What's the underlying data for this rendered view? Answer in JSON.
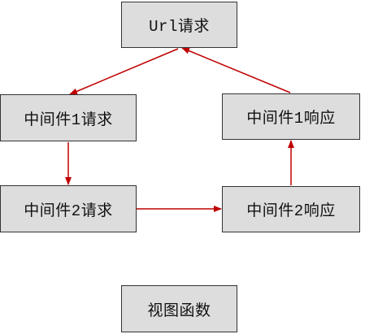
{
  "diagram": {
    "nodes": {
      "url_request": "Url请求",
      "middleware1_request": "中间件1请求",
      "middleware2_request": "中间件2请求",
      "middleware2_response": "中间件2响应",
      "middleware1_response": "中间件1响应",
      "view_function": "视图函数"
    },
    "edges": [
      {
        "from": "url_request",
        "to": "middleware1_request"
      },
      {
        "from": "middleware1_request",
        "to": "middleware2_request"
      },
      {
        "from": "middleware2_request",
        "to": "middleware2_response"
      },
      {
        "from": "middleware2_response",
        "to": "middleware1_response"
      },
      {
        "from": "middleware1_response",
        "to": "url_request"
      }
    ],
    "colors": {
      "arrow": "#c00000",
      "box_fill": "#dddddd",
      "box_border": "#333333"
    }
  }
}
